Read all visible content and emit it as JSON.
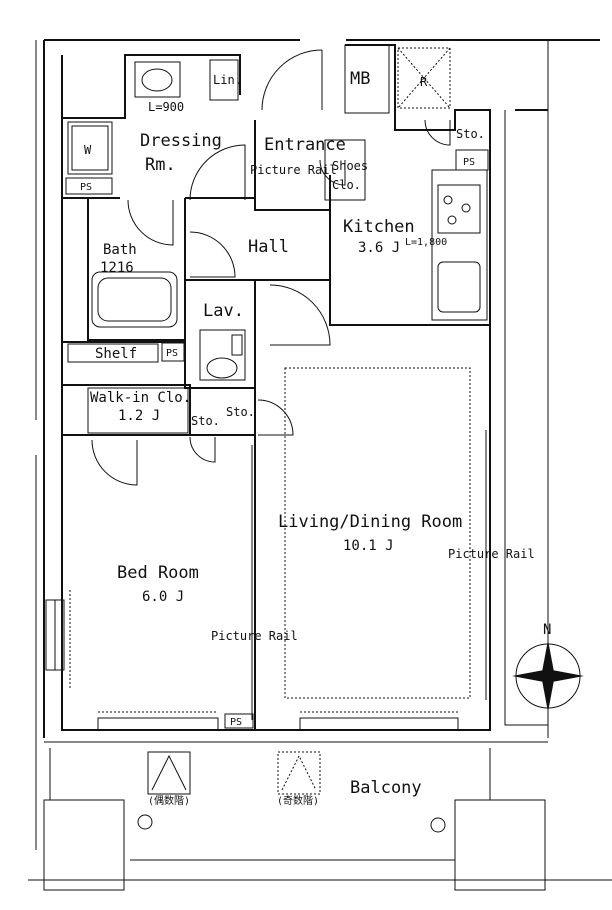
{
  "rooms": {
    "dressing": "Dressing",
    "dressing2": "Rm.",
    "entrance": "Entrance",
    "shoes": "Shoes",
    "shoes2": "Clo.",
    "kitchen": "Kitchen",
    "kitchen_size": "3.6 J",
    "kitchen_counter": "L=1,800",
    "bath": "Bath",
    "bath_size": "1216",
    "hall": "Hall",
    "lav": "Lav.",
    "shelf": "Shelf",
    "walkin": "Walk-in Clo.",
    "walkin_size": "1.2 J",
    "living": "Living/Dining Room",
    "living_size": "10.1 J",
    "bedroom": "Bed Room",
    "bedroom_size": "6.0 J",
    "balcony": "Balcony"
  },
  "fixtures": {
    "mb": "MB",
    "fridge": "R",
    "washer": "W",
    "linen": "Lin.",
    "sink_width": "L=900",
    "ps": "PS",
    "storage": "Sto.",
    "picture_rail": "Picture Rail",
    "stair_even": "(偶数階)",
    "stair_odd": "(奇数階)"
  },
  "compass": {
    "north": "N"
  }
}
